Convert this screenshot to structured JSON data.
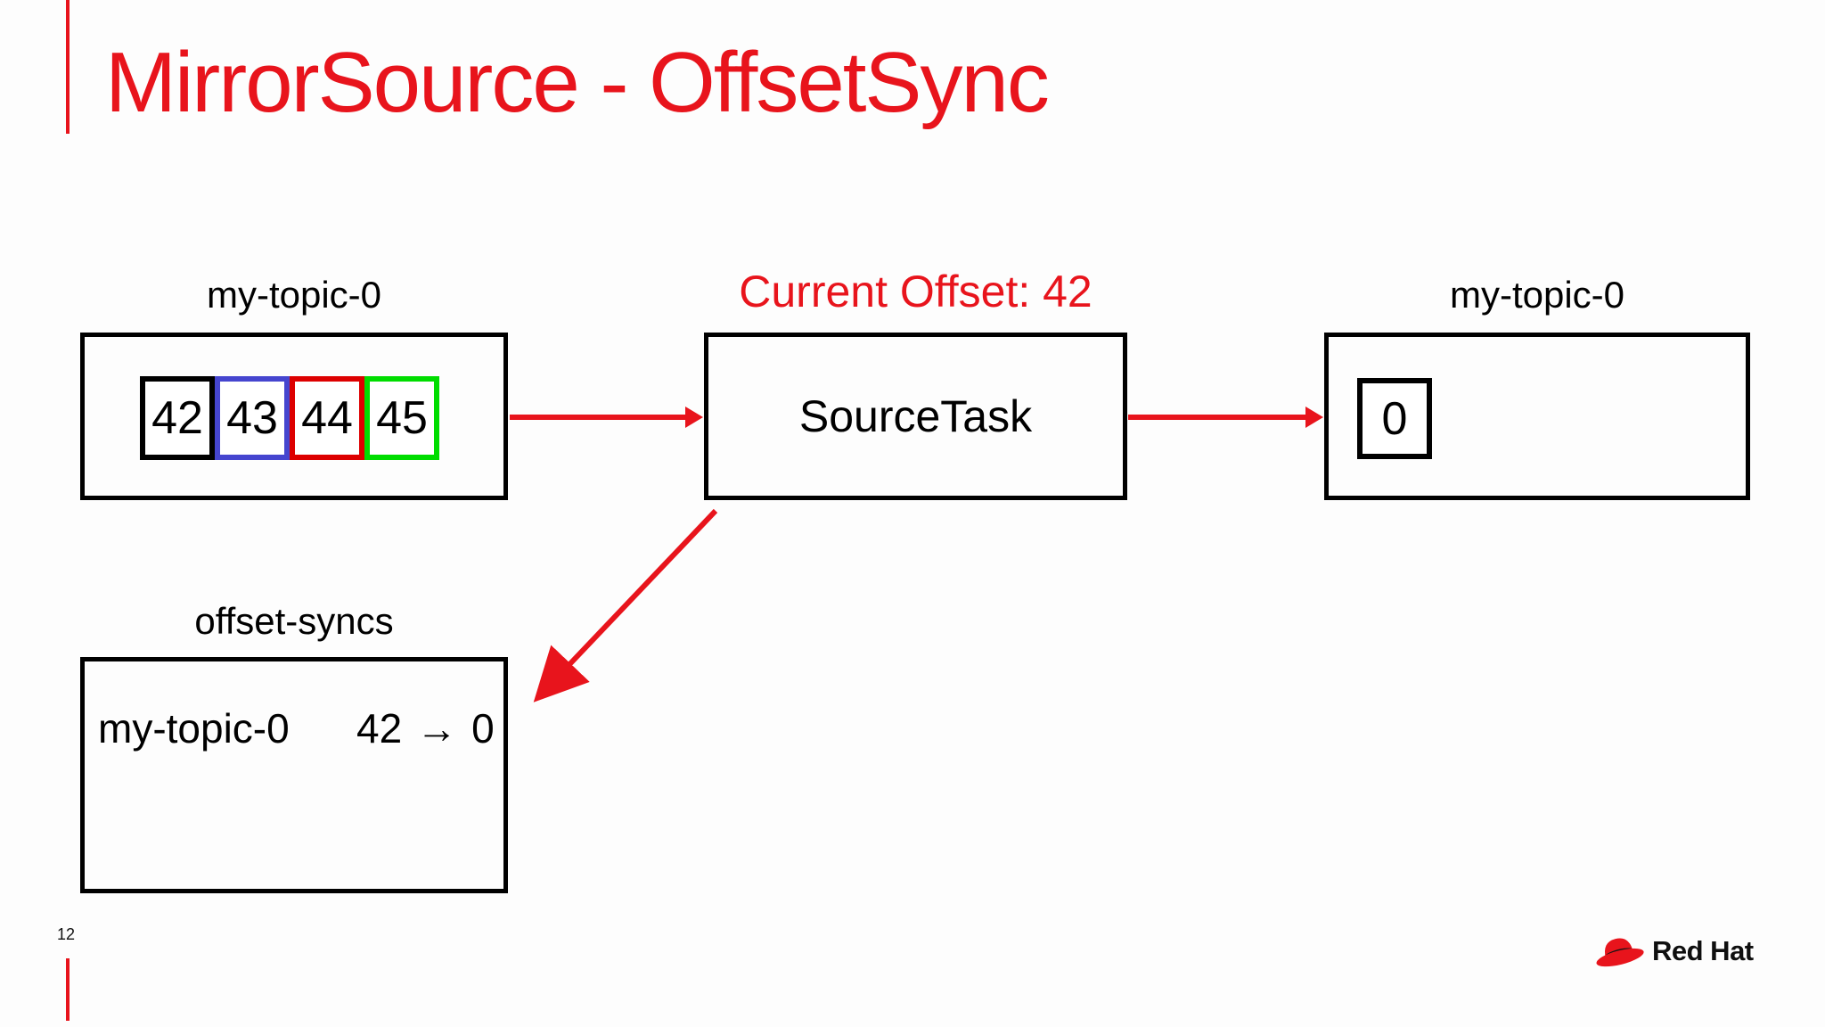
{
  "slide": {
    "title": "MirrorSource - OffsetSync",
    "page_number": "12",
    "colors": {
      "red": "#e8141c",
      "cell_blue": "#4545cf",
      "cell_red": "#dd0000",
      "cell_green": "#00dd00",
      "ink": "#000000"
    }
  },
  "source_topic": {
    "label": "my-topic-0",
    "cells": [
      {
        "value": "42",
        "border_color": "#000000"
      },
      {
        "value": "43",
        "border_color": "#4545cf"
      },
      {
        "value": "44",
        "border_color": "#dd0000"
      },
      {
        "value": "45",
        "border_color": "#00dd00"
      }
    ]
  },
  "source_task": {
    "annotation": "Current Offset: 42",
    "label": "SourceTask"
  },
  "target_topic": {
    "label": "my-topic-0",
    "cell": {
      "value": "0",
      "border_color": "#000000"
    }
  },
  "offset_syncs": {
    "label": "offset-syncs",
    "entry": {
      "topic": "my-topic-0",
      "from_offset": "42",
      "arrow_glyph": "→",
      "to_offset": "0"
    }
  },
  "footer": {
    "brand": "Red Hat"
  }
}
